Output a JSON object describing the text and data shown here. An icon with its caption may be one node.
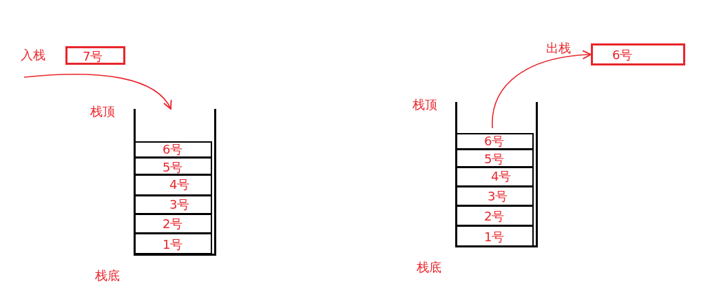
{
  "diagram": {
    "nodes": [
      {
        "text": [
          "7号"
        ],
        "beside": [
          "入栈"
        ]
      },
      {
        "text": [],
        "shape": "box",
        "beside": [
          "栈顶",
          "栈底"
        ]
      },
      {
        "text": [
          "6号"
        ],
        "in": 1
      },
      {
        "text": [
          "5号"
        ],
        "in": 1
      },
      {
        "text": [
          "4号"
        ],
        "in": 1
      },
      {
        "text": [
          "3号"
        ],
        "in": 1
      },
      {
        "text": [
          "2号"
        ],
        "in": 1
      },
      {
        "text": [
          "1号"
        ],
        "in": 1
      },
      {
        "text": [],
        "shape": "box",
        "beside": [
          "栈顶",
          "栈底"
        ]
      },
      {
        "text": [
          "6号"
        ],
        "in": 8
      },
      {
        "text": [
          "5号"
        ],
        "in": 8
      },
      {
        "text": [
          "4号"
        ],
        "in": 8
      },
      {
        "text": [
          "3号"
        ],
        "in": 8
      },
      {
        "text": [
          "2号"
        ],
        "in": 8
      },
      {
        "text": [
          "1号"
        ],
        "in": 8
      },
      {
        "text": [
          "6号"
        ],
        "beside": [
          "出栈"
        ]
      }
    ],
    "edges": [
      {
        "from": null,
        "to": 1,
        "arrow": "to"
      },
      {
        "from": 9,
        "to": 15,
        "arrow": "to"
      }
    ]
  }
}
